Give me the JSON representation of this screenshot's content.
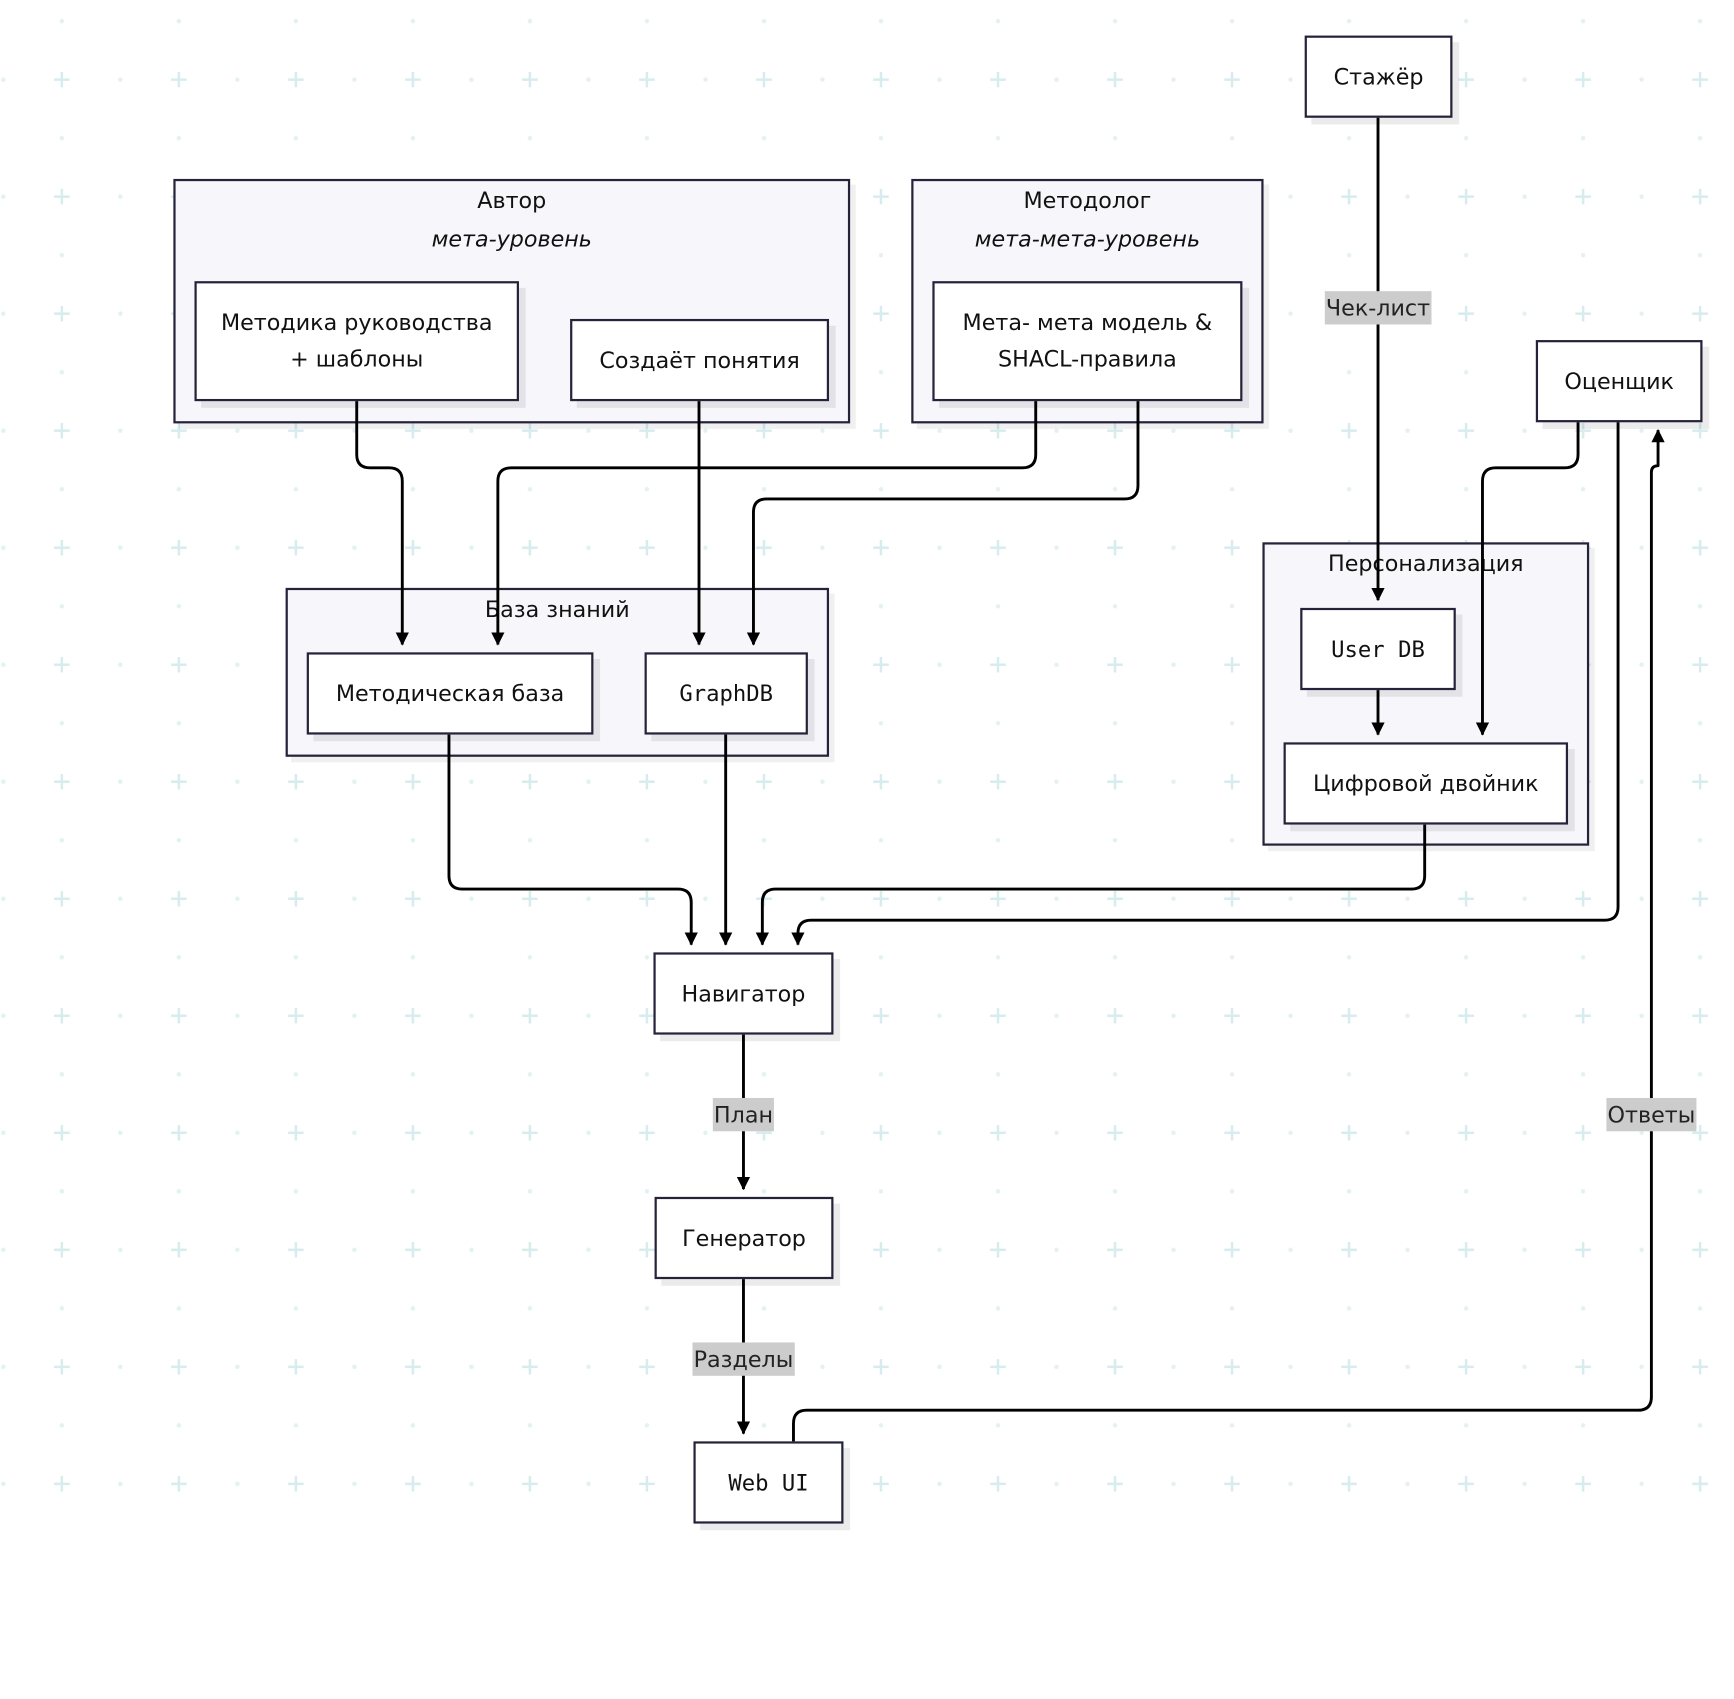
{
  "clusters": {
    "author": {
      "title": "Автор",
      "subtitle": "мета-уровень"
    },
    "methodologist": {
      "title": "Методолог",
      "subtitle": "мета-мета-уровень"
    },
    "knowledge_base": {
      "title": "База знаний"
    },
    "personalization": {
      "title": "Персонализация"
    }
  },
  "nodes": {
    "methodology": {
      "line1": "Методика руководства",
      "line2": "+ шаблоны"
    },
    "creates_concepts": {
      "label": "Создаёт понятия"
    },
    "meta_model": {
      "line1": "Мета- мета модель &",
      "line2": "SHACL-правила"
    },
    "intern": {
      "label": "Стажёр"
    },
    "evaluator": {
      "label": "Оценщик"
    },
    "methodical_base": {
      "label": "Методическая база"
    },
    "graphdb": {
      "label": "GraphDB"
    },
    "user_db": {
      "label": "User DB"
    },
    "digital_twin": {
      "label": "Цифровой двойник"
    },
    "navigator": {
      "label": "Навигатор"
    },
    "generator": {
      "label": "Генератор"
    },
    "web_ui": {
      "label": "Web UI"
    }
  },
  "edge_labels": {
    "checklist": "Чек-лист",
    "plan": "План",
    "sections": "Разделы",
    "answers": "Ответы"
  },
  "colors": {
    "stroke": "#000000",
    "node_border": "#25233a",
    "cluster_fill": "#f7f7fb",
    "edge_label_bg": "#cccccc",
    "grid_plus": "#dbeff0",
    "grid_dot": "#e6f2f3"
  }
}
